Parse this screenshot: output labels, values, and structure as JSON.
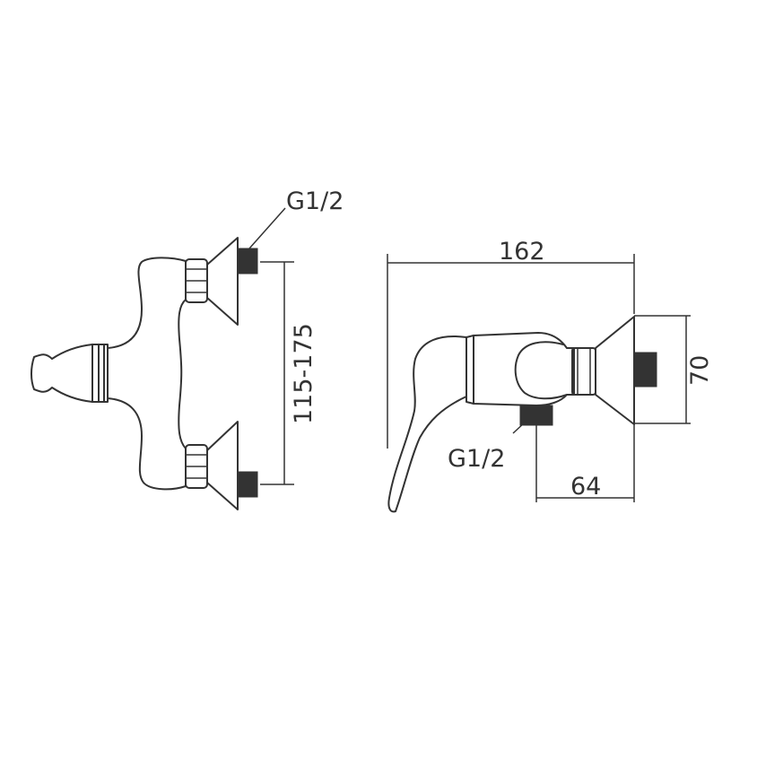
{
  "front_view": {
    "thread_label": "G1/2",
    "spacing_dimension": "115-175"
  },
  "side_view": {
    "width_dimension": "162",
    "height_dimension": "70",
    "thread_label": "G1/2",
    "depth_dimension": "64"
  },
  "colors": {
    "line": "#333333",
    "background": "#ffffff"
  }
}
